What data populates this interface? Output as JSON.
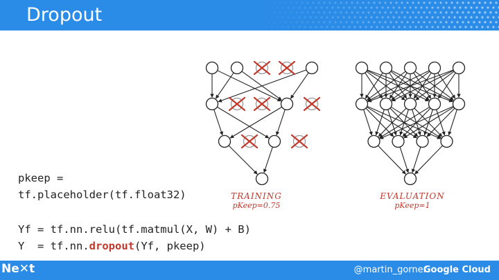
{
  "slide": {
    "title": "Dropout"
  },
  "diagram_training": {
    "caption": "TRAINING",
    "subcaption": "pKeep=0.75"
  },
  "diagram_evaluation": {
    "caption": "EVALUATION",
    "subcaption": "pKeep=1"
  },
  "code": {
    "line1": "pkeep =",
    "line2": "tf.placeholder(tf.float32)",
    "line3": "Yf = tf.nn.relu(tf.matmul(X, W) + B)",
    "line4_prefix": "Y  = tf.nn.",
    "line4_keyword": "dropout",
    "line4_suffix": "(Yf, pkeep)"
  },
  "footer": {
    "event_logo": "Ne✕t",
    "handle": "@martin_gorner",
    "brand": "Google Cloud"
  },
  "colors": {
    "header": "#2b8ce8",
    "accent_red": "#c0392b",
    "node_stroke": "#222222"
  }
}
